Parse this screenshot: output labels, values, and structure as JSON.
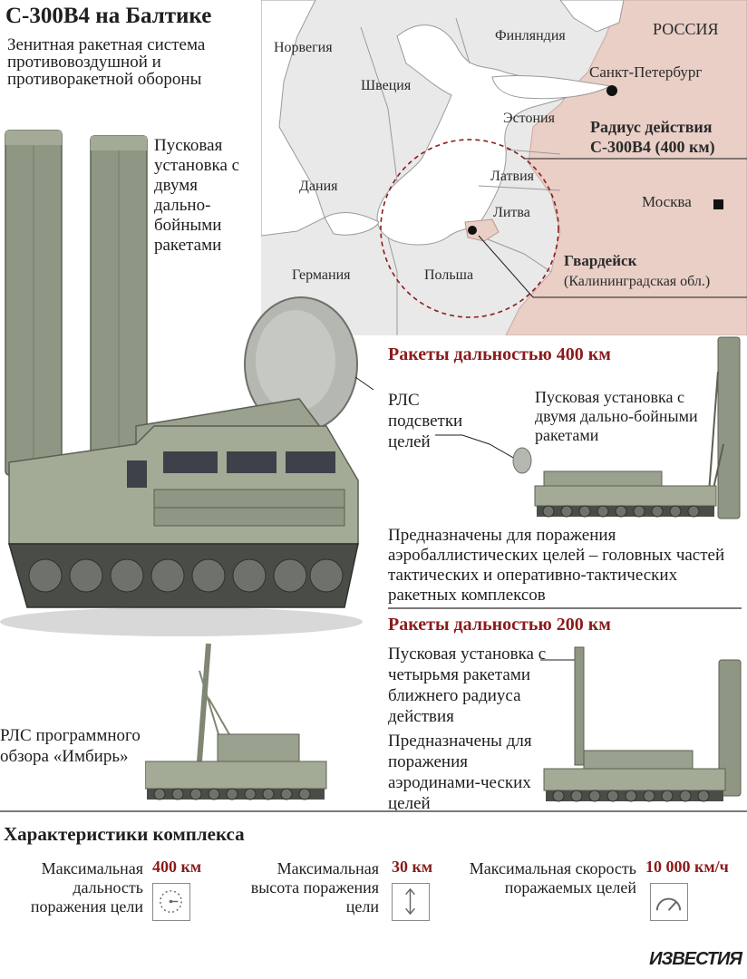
{
  "header": {
    "title": "С-300В4 на Балтике",
    "subtitle": "Зенитная ракетная система противовоздушной и противоракетной обороны"
  },
  "map": {
    "countries": {
      "russia": "РОССИЯ",
      "norway": "Норвегия",
      "sweden": "Швеция",
      "finland": "Финляндия",
      "estonia": "Эстония",
      "latvia": "Латвия",
      "lithuania": "Литва",
      "denmark": "Дания",
      "germany": "Германия",
      "poland": "Польша"
    },
    "cities": {
      "spb": "Санкт-Петербург",
      "moscow": "Москва",
      "gvardeysk": "Гвардейск",
      "gvardeysk_region": "(Калининградская обл.)"
    },
    "radius_label_1": "Радиус действия",
    "radius_label_2": "С-300В4 (400 км)"
  },
  "big_launcher": {
    "caption": "Пусковая установка с двумя дально-бойными ракетами"
  },
  "radar_illum": {
    "caption": "РЛС подсветки целей"
  },
  "missiles_400": {
    "heading": "Ракеты дальностью 400 км",
    "launcher_caption": "Пусковая установка с двумя дально-бойными ракетами",
    "purpose": "Предназначены для поражения аэробаллистических целей – головных частей тактических и оперативно-тактических ракетных комплексов"
  },
  "missiles_200": {
    "heading": "Ракеты дальностью 200 км",
    "launcher_caption": "Пусковая установка с четырьмя ракетами ближнего радиуса действия",
    "purpose": "Предназначены для поражения аэродинами-ческих целей"
  },
  "radar_imbir": {
    "caption": "РЛС программного обзора «Имбирь»"
  },
  "characteristics": {
    "heading": "Характеристики комплекса",
    "items": [
      {
        "label": "Максимальная дальность поражения цели",
        "value": "400 км",
        "icon": "range-dial-icon"
      },
      {
        "label": "Максимальная высота поражения цели",
        "value": "30 км",
        "icon": "altitude-arrow-icon"
      },
      {
        "label": "Максимальная скорость поражаемых целей",
        "value": "10 000 км/ч",
        "icon": "speedometer-icon"
      }
    ]
  },
  "brand": {
    "logo": "ИЗВЕСТИЯ"
  },
  "colors": {
    "accent_red": "#8b1a1a",
    "russia_fill": "#e9cfc6",
    "land_fill": "#e9e9e9",
    "sea_fill": "#ffffff",
    "vehicle_green": "#8f9684"
  }
}
